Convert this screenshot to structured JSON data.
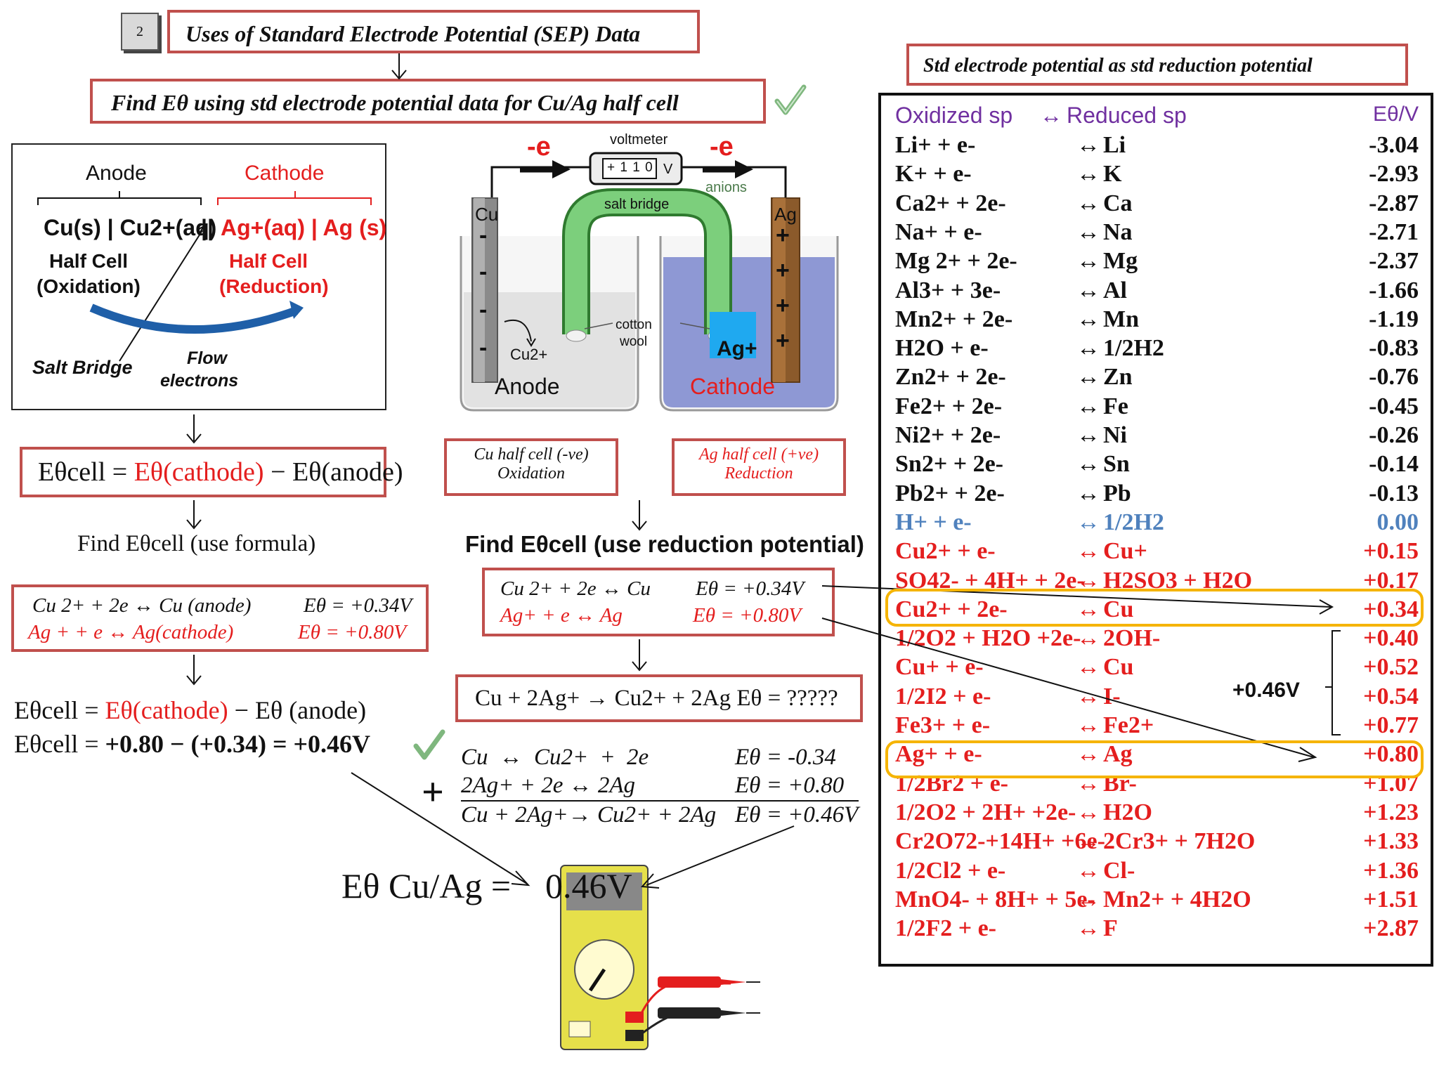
{
  "header": {
    "step_number": "2",
    "title": "Uses of Standard Electrode Potential (SEP) Data",
    "find_title": "Find Eθ using std electrode potential data for Cu/Ag half cell",
    "table_title": "Std electrode potential as std reduction potential"
  },
  "cell_notation": {
    "anode_label": "Anode",
    "cathode_label": "Cathode",
    "left": "Cu(s) | Cu2+(aq)",
    "separator": "||",
    "right": "Ag+(aq) | Ag (s)",
    "left_sub1": "Half Cell",
    "left_sub2": "(Oxidation)",
    "right_sub1": "Half Cell",
    "right_sub2": "(Reduction)",
    "salt_bridge": "Salt Bridge",
    "flow1": "Flow",
    "flow2": "electrons"
  },
  "apparatus": {
    "voltmeter": "voltmeter",
    "display": "+ 1 1 0",
    "unit": "V",
    "e_left": "-e",
    "e_right": "-e",
    "anions": "anions",
    "salt_bridge": "salt bridge",
    "cu": "Cu",
    "ag": "Ag",
    "cu_ion": "Cu2+",
    "ag_ion": "Ag+",
    "cotton1": "cotton",
    "cotton2": "wool",
    "anode": "Anode",
    "cathode": "Cathode",
    "neg": "-",
    "pos": "+"
  },
  "half_cells": {
    "cu_line1": "Cu half cell (-ve)",
    "cu_line2": "Oxidation",
    "ag_line1": "Ag half cell (+ve)",
    "ag_line2": "Reduction"
  },
  "formula": {
    "lhs": "Eθcell =",
    "cathode": "Eθ(cathode)",
    "minus": "−",
    "anode": "Eθ(anode)",
    "find_formula": "Find Eθcell (use formula)",
    "find_reduction": "Find Eθcell (use reduction potential)"
  },
  "left_half_eq": {
    "cu": "Cu 2+ + 2e ↔ Cu (anode)",
    "cu_e": "Eθ = +0.34V",
    "ag": "Ag + + e ↔ Ag(cathode)",
    "ag_e": "Eθ = +0.80V"
  },
  "mid_half_eq": {
    "cu": "Cu 2+ + 2e ↔ Cu",
    "cu_e": "Eθ = +0.34V",
    "ag": "Ag+ + e ↔ Ag",
    "ag_e": "Eθ = +0.80V"
  },
  "overall": {
    "equation": "Cu + 2Ag+ → Cu2+ + 2Ag Eθ = ?????"
  },
  "calc": {
    "line1a": "Eθcell =",
    "line1b": "Eθ(cathode)",
    "line1c": "− Eθ (anode)",
    "line2a": "Eθcell =",
    "line2b": "+0.80 − (+0.34) = +0.46V"
  },
  "sum": {
    "plus": "+",
    "r1": "Cu ↔ Cu2+ + 2e",
    "r1e": "Eθ = -0.34",
    "r2": "2Ag+ + 2e ↔ 2Ag",
    "r2e": "Eθ = +0.80",
    "r3": "Cu + 2Ag+→ Cu2+ + 2Ag",
    "r3e": "Eθ = +0.46V"
  },
  "result": {
    "label": "Eθ Cu/Ag =",
    "value": "0.46V"
  },
  "table": {
    "headers": {
      "ox": "Oxidized sp",
      "arrow": "↔",
      "red": "Reduced sp",
      "e": "Eθ/V"
    },
    "bracket_label": "+0.46V",
    "rows": [
      {
        "ox": "Li+ + e-",
        "red": "Li",
        "e": "-3.04",
        "color": "#111111"
      },
      {
        "ox": "K+ + e-",
        "red": "K",
        "e": "-2.93",
        "color": "#111111"
      },
      {
        "ox": "Ca2+ + 2e-",
        "red": "Ca",
        "e": "-2.87",
        "color": "#111111"
      },
      {
        "ox": "Na+ + e-",
        "red": "Na",
        "e": "-2.71",
        "color": "#111111"
      },
      {
        "ox": "Mg 2+ + 2e-",
        "red": "Mg",
        "e": "-2.37",
        "color": "#111111"
      },
      {
        "ox": "Al3+ + 3e-",
        "red": "Al",
        "e": "-1.66",
        "color": "#111111"
      },
      {
        "ox": "Mn2+ + 2e-",
        "red": "Mn",
        "e": "-1.19",
        "color": "#111111"
      },
      {
        "ox": "H2O + e-",
        "red": "1/2H2",
        "e": "-0.83",
        "color": "#111111"
      },
      {
        "ox": "Zn2+ + 2e-",
        "red": "Zn",
        "e": "-0.76",
        "color": "#111111"
      },
      {
        "ox": "Fe2+ + 2e-",
        "red": "Fe",
        "e": "-0.45",
        "color": "#111111"
      },
      {
        "ox": "Ni2+ + 2e-",
        "red": "Ni",
        "e": "-0.26",
        "color": "#111111"
      },
      {
        "ox": "Sn2+ + 2e-",
        "red": "Sn",
        "e": "-0.14",
        "color": "#111111"
      },
      {
        "ox": "Pb2+ + 2e-",
        "red": "Pb",
        "e": "-0.13",
        "color": "#111111"
      },
      {
        "ox": "H+ + e-",
        "red": "1/2H2",
        "e": "0.00",
        "color": "#4f81bd"
      },
      {
        "ox": "Cu2+ + e-",
        "red": "Cu+",
        "e": "+0.15",
        "color": "#e41e1e"
      },
      {
        "ox": "SO42- + 4H+ + 2e-",
        "red": "H2SO3 + H2O",
        "e": "+0.17",
        "color": "#e41e1e"
      },
      {
        "ox": "Cu2+ + 2e-",
        "red": "Cu",
        "e": "+0.34",
        "color": "#e41e1e"
      },
      {
        "ox": "1/2O2 + H2O +2e-",
        "red": "2OH-",
        "e": "+0.40",
        "color": "#e41e1e"
      },
      {
        "ox": "Cu+ + e-",
        "red": "Cu",
        "e": "+0.52",
        "color": "#e41e1e"
      },
      {
        "ox": "1/2I2 + e-",
        "red": "I-",
        "e": "+0.54",
        "color": "#e41e1e"
      },
      {
        "ox": "Fe3+ + e-",
        "red": "Fe2+",
        "e": "+0.77",
        "color": "#e41e1e"
      },
      {
        "ox": "Ag+ + e-",
        "red": "Ag",
        "e": "+0.80",
        "color": "#e41e1e"
      },
      {
        "ox": "1/2Br2 + e-",
        "red": "Br-",
        "e": "+1.07",
        "color": "#e41e1e"
      },
      {
        "ox": "1/2O2 + 2H+ +2e-",
        "red": "H2O",
        "e": "+1.23",
        "color": "#e41e1e"
      },
      {
        "ox": "Cr2O72-+14H+ +6e-",
        "red": "2Cr3+ + 7H2O",
        "e": "+1.33",
        "color": "#e41e1e"
      },
      {
        "ox": "1/2Cl2 + e-",
        "red": "Cl-",
        "e": "+1.36",
        "color": "#e41e1e"
      },
      {
        "ox": "MnO4- + 8H+ + 5e-",
        "red": "Mn2+ + 4H2O",
        "e": "+1.51",
        "color": "#e41e1e"
      },
      {
        "ox": "1/2F2 + e-",
        "red": "F",
        "e": "+2.87",
        "color": "#e41e1e"
      }
    ]
  },
  "colors": {
    "box_red": "#c0504d",
    "text_red": "#e41e1e",
    "purple": "#7030a0",
    "highlight": "#f5b400",
    "arrow_blue": "#1f5fa8"
  }
}
